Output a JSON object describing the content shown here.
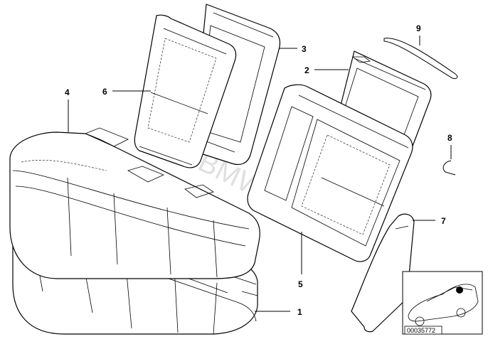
{
  "diagram": {
    "callouts": [
      {
        "id": "1",
        "label": "1"
      },
      {
        "id": "2",
        "label": "2"
      },
      {
        "id": "3",
        "label": "3"
      },
      {
        "id": "4",
        "label": "4"
      },
      {
        "id": "5",
        "label": "5"
      },
      {
        "id": "6",
        "label": "6"
      },
      {
        "id": "7",
        "label": "7"
      },
      {
        "id": "8",
        "label": "8"
      },
      {
        "id": "9",
        "label": "9"
      }
    ],
    "watermark": "www.BMWstore.pl",
    "reference_number": "00035772"
  }
}
